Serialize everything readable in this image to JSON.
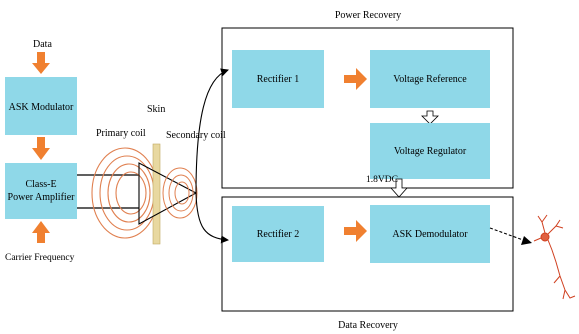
{
  "labels": {
    "data": "Data",
    "ask_modulator": "ASK Modulator",
    "class_e_line1": "Class-E",
    "class_e_line2": "Power Amplifier",
    "carrier_frequency": "Carrier Frequency",
    "primary_coil": "Primary coil",
    "skin": "Skin",
    "secondary_coil": "Secondary coil",
    "power_recovery": "Power Recovery",
    "data_recovery": "Data Recovery",
    "rectifier1": "Rectifier 1",
    "rectifier2": "Rectifier 2",
    "voltage_reference": "Voltage Reference",
    "voltage_regulator": "Voltage Regulator",
    "ask_demodulator": "ASK Demodulator",
    "vdc": "1.8VDC"
  },
  "colors": {
    "block_fill": "#8fd8e8",
    "arrow_fill": "#f08030",
    "skin_fill": "#e8d8a0",
    "coil_stroke": "#e08050",
    "neuron": "#d04020"
  }
}
